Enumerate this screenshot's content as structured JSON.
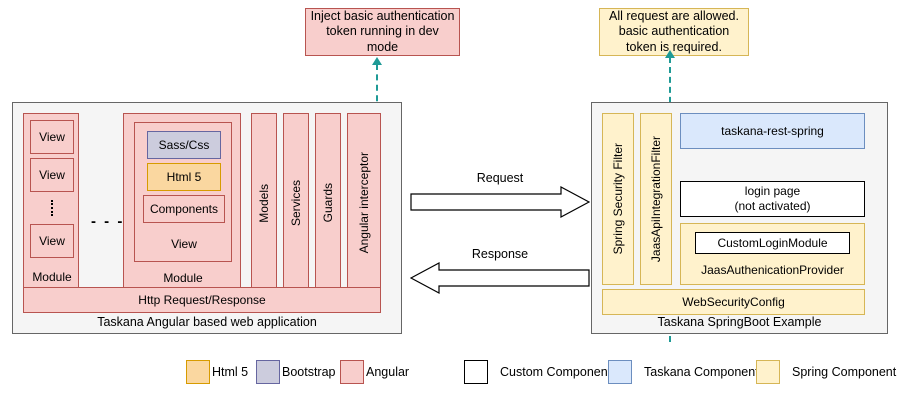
{
  "notes": {
    "left": "Inject basic authentication token running in dev mode",
    "right": "All request are allowed. basic authentication token is required."
  },
  "left_panel": {
    "caption": "Taskana Angular based web application",
    "module_a": {
      "label": "Module",
      "views": [
        "View",
        "View",
        "View"
      ],
      "ellipsis": "⋮"
    },
    "between_modules": "- - -",
    "module_b": {
      "label": "Module",
      "view_label": "View",
      "items": [
        {
          "label": "Sass/Css",
          "kind": "bootstrap"
        },
        {
          "label": "Html 5",
          "kind": "html5"
        },
        {
          "label": "Components",
          "kind": "angular"
        }
      ]
    },
    "columns": [
      "Models",
      "Services",
      "Guards",
      "Angular interceptor"
    ],
    "http_bar": "Http Request/Response"
  },
  "flow": {
    "request": "Request",
    "response": "Response"
  },
  "right_panel": {
    "caption": "Taskana SpringBoot Example",
    "filters": [
      "Spring Security Filter",
      "JaasApiIntegrationFilter"
    ],
    "rest": "taskana-rest-spring",
    "login_page_line1": "login page",
    "login_page_line2": "(not activated)",
    "provider": {
      "inner": "CustomLoginModule",
      "label": "JaasAuthenicationProvider"
    },
    "web_security_config": "WebSecurityConfig"
  },
  "legend": [
    {
      "label": "Html 5",
      "fill": "#fad7a0",
      "stroke": "#d79b00"
    },
    {
      "label": "Bootstrap",
      "fill": "#ccccdd",
      "stroke": "#6666a0"
    },
    {
      "label": "Angular",
      "fill": "#f8cecc",
      "stroke": "#b85450"
    },
    {
      "label": "Custom Component",
      "fill": "#ffffff",
      "stroke": "#000000"
    },
    {
      "label": "Taskana Component",
      "fill": "#dae8fc",
      "stroke": "#6c8ebf"
    },
    {
      "label": "Spring Component",
      "fill": "#fff2cc",
      "stroke": "#d6b656"
    }
  ],
  "colors": {
    "angular_fill": "#f8cecc",
    "angular_stroke": "#b85450",
    "spring_fill": "#fff2cc",
    "spring_stroke": "#d6b656",
    "taskana_fill": "#dae8fc",
    "taskana_stroke": "#6c8ebf",
    "bootstrap_fill": "#ccccdd",
    "html5_fill": "#fad7a0",
    "panel_fill": "#f5f5f5",
    "connector": "#1f9a96"
  }
}
